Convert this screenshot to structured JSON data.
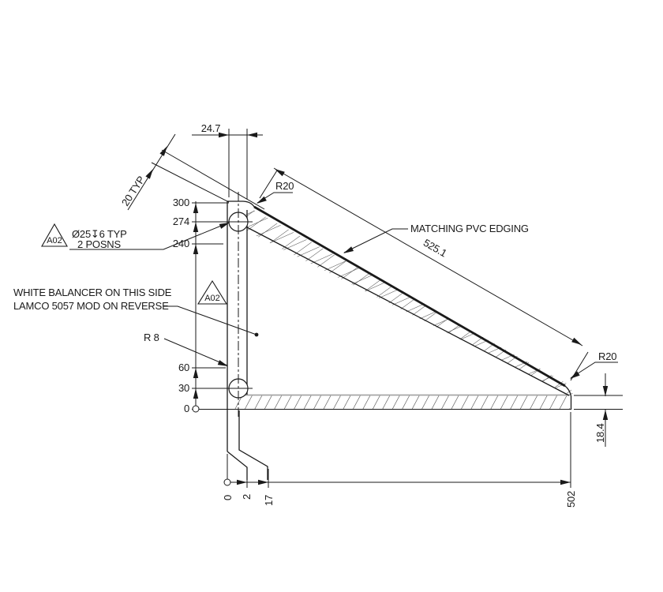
{
  "drawing": {
    "labels": {
      "dim_top_width": "24.7",
      "dim_edge_typ": "20 TYP",
      "dim_slope_len": "525.1",
      "r20_top": "R20",
      "r20_right": "R20",
      "r8": "R 8",
      "dim_slab_thk": "18.4",
      "lv_300": "300",
      "lv_274": "274",
      "lv_240": "240",
      "lv_60": "60",
      "lv_30": "30",
      "lv_0": "0",
      "bx_0": "0",
      "bx_2": "2",
      "bx_17": "17",
      "bx_502": "502",
      "note_pvc": "MATCHING PVC EDGING",
      "note_bal_1": "WHITE BALANCER ON THIS SIDE",
      "note_bal_2": "LAMCO 5057 MOD ON REVERSE",
      "note_hole_1": "Ø25↧6 TYP",
      "note_hole_2": "2 POSNS",
      "flag_a02_left": "A02",
      "flag_a02_mid": "A02"
    },
    "colors": {
      "line": "#1a1a1a",
      "light_line": "#a6a6a6",
      "background": "#ffffff"
    }
  }
}
